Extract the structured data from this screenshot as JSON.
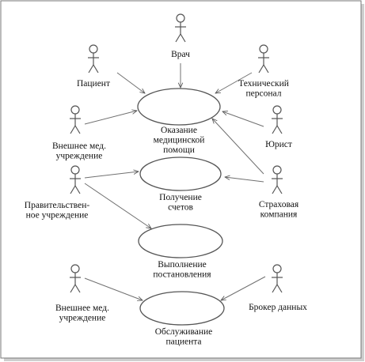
{
  "actors": [
    {
      "id": "vrach",
      "lines": [
        "Врач"
      ]
    },
    {
      "id": "patsient",
      "lines": [
        "Пациент"
      ]
    },
    {
      "id": "tekh",
      "lines": [
        "Технический",
        "персонал"
      ]
    },
    {
      "id": "vneshnee1",
      "lines": [
        "Внешнее мед.",
        "учреждение"
      ]
    },
    {
      "id": "yurist",
      "lines": [
        "Юрист"
      ]
    },
    {
      "id": "prav",
      "lines": [
        "Правительствен-",
        "ное учреждение"
      ]
    },
    {
      "id": "strakh",
      "lines": [
        "Страховая",
        "компания"
      ]
    },
    {
      "id": "vneshnee2",
      "lines": [
        "Внешнее мед.",
        "учреждение"
      ]
    },
    {
      "id": "broker",
      "lines": [
        "Брокер данных"
      ]
    }
  ],
  "use_cases": [
    {
      "id": "okazanie",
      "lines": [
        "Оказание",
        "медицинской",
        "помощи"
      ]
    },
    {
      "id": "poluchenie",
      "lines": [
        "Получение",
        "счетов"
      ]
    },
    {
      "id": "vypolnenie",
      "lines": [
        "Выполнение",
        "постановления"
      ]
    },
    {
      "id": "obsluzhivanie",
      "lines": [
        "Обслуживание",
        "пациента"
      ]
    }
  ],
  "associations": [
    {
      "from": "vrach",
      "to": "okazanie"
    },
    {
      "from": "patsient",
      "to": "okazanie"
    },
    {
      "from": "tekh",
      "to": "okazanie"
    },
    {
      "from": "vneshnee1",
      "to": "okazanie"
    },
    {
      "from": "yurist",
      "to": "okazanie"
    },
    {
      "from": "strakh",
      "to": "okazanie"
    },
    {
      "from": "strakh",
      "to": "poluchenie"
    },
    {
      "from": "prav",
      "to": "poluchenie"
    },
    {
      "from": "prav",
      "to": "vypolnenie"
    },
    {
      "from": "vneshnee2",
      "to": "obsluzhivanie"
    },
    {
      "from": "broker",
      "to": "obsluzhivanie"
    }
  ]
}
